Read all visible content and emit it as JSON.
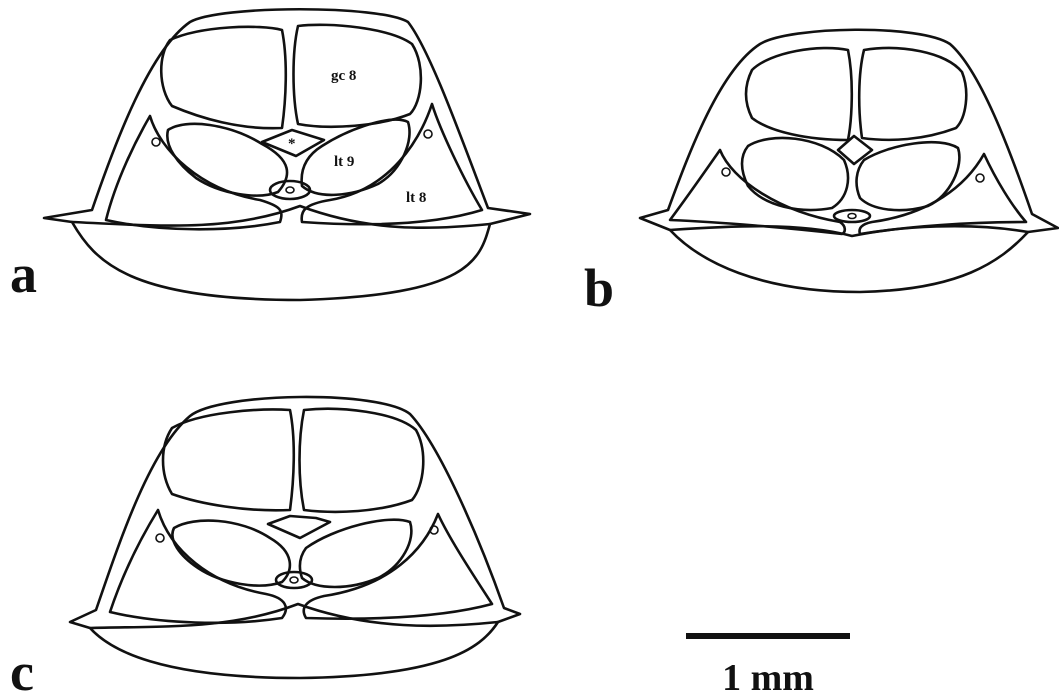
{
  "panels": [
    {
      "letter": "a",
      "annotations": {
        "gc": "gc 8",
        "lt9": "lt 9",
        "lt8": "lt 8",
        "star": "*"
      }
    },
    {
      "letter": "b"
    },
    {
      "letter": "c"
    }
  ],
  "scale_bar": {
    "label": "1 mm"
  },
  "colors": {
    "line": "#111111",
    "background": "#ffffff"
  }
}
